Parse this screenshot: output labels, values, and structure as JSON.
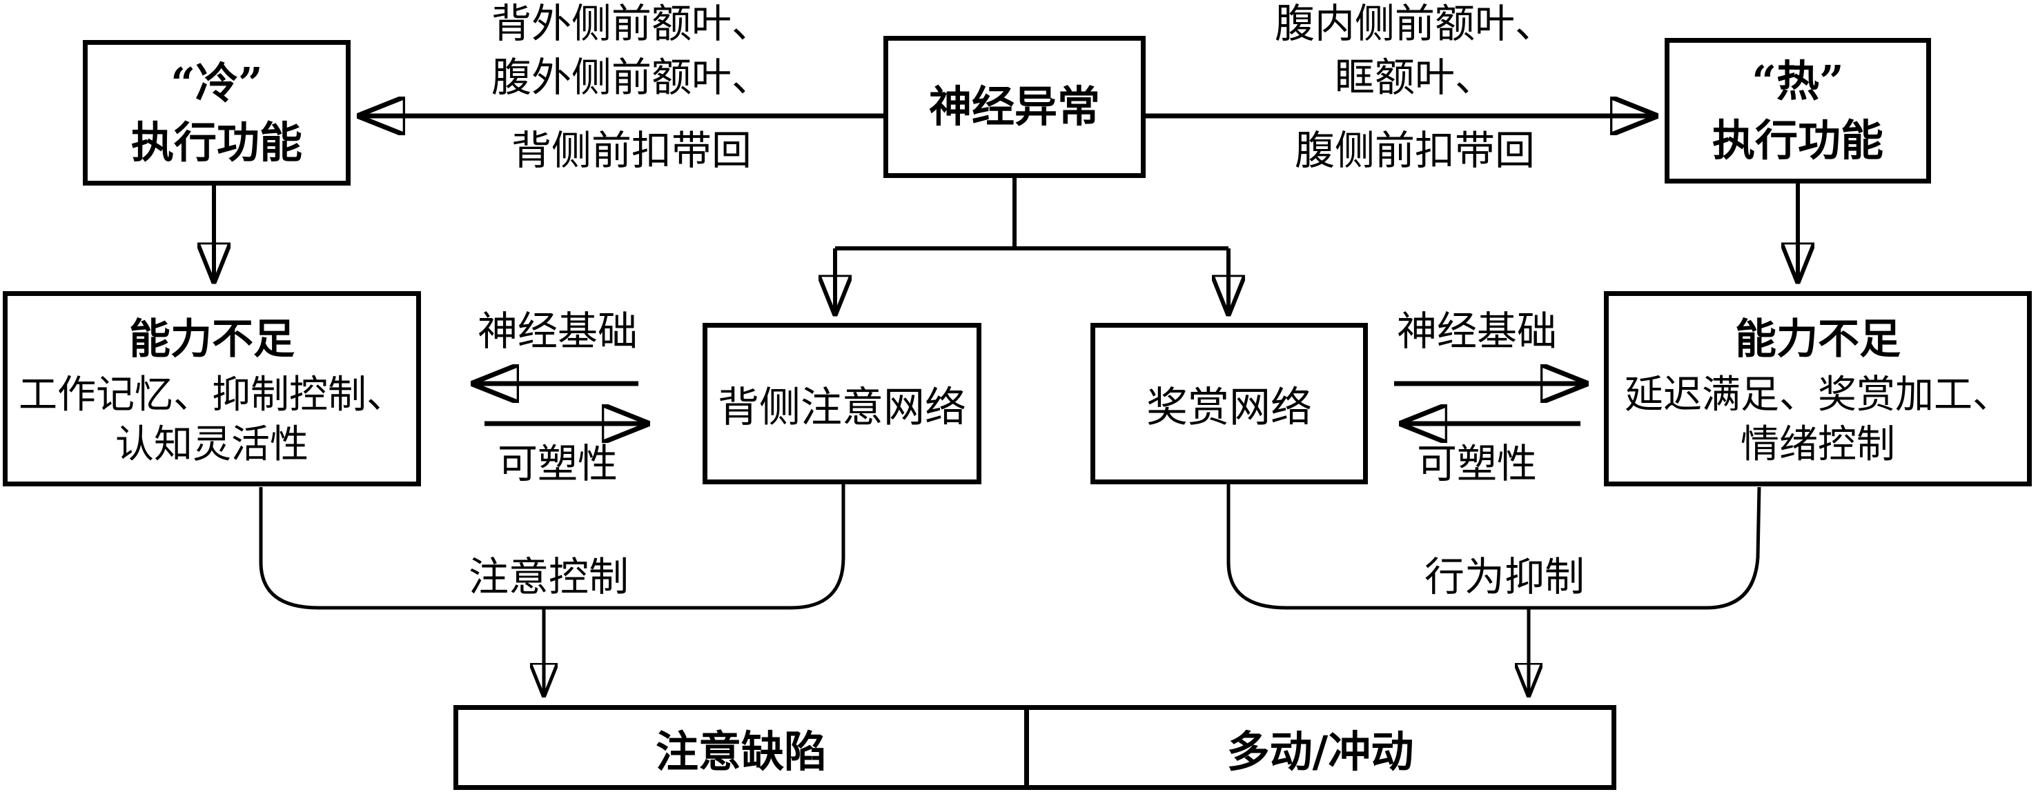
{
  "diagram": {
    "background_color": "#ffffff",
    "line_color": "#000000",
    "text_color": "#000000",
    "top_row": {
      "cold_box": {
        "line1": "“冷”",
        "line2": "执行功能"
      },
      "neural_box": {
        "label": "神经异常"
      },
      "hot_box": {
        "line1": "“热”",
        "line2": "执行功能"
      },
      "left_pathway": {
        "line1": "背外侧前额叶、",
        "line2": "腹外侧前额叶、",
        "line3": "背侧前扣带回"
      },
      "right_pathway": {
        "line1": "腹内侧前额叶、",
        "line2": "眶额叶、",
        "line3": "腹侧前扣带回"
      }
    },
    "middle_row": {
      "left_deficit_box": {
        "title": "能力不足",
        "line2": "工作记忆、抑制控制、",
        "line3": "认知灵活性"
      },
      "dorsal_attention_box": {
        "label": "背侧注意网络"
      },
      "reward_box": {
        "label": "奖赏网络"
      },
      "right_deficit_box": {
        "title": "能力不足",
        "line2": "延迟满足、奖赏加工、",
        "line3": "情绪控制"
      },
      "left_link": {
        "top_label": "神经基础",
        "bottom_label": "可塑性"
      },
      "right_link": {
        "top_label": "神经基础",
        "bottom_label": "可塑性"
      }
    },
    "bottom_row": {
      "left_funnel_label": "注意控制",
      "right_funnel_label": "行为抑制",
      "outcome_left": "注意缺陷",
      "outcome_right": "多动/冲动"
    }
  }
}
